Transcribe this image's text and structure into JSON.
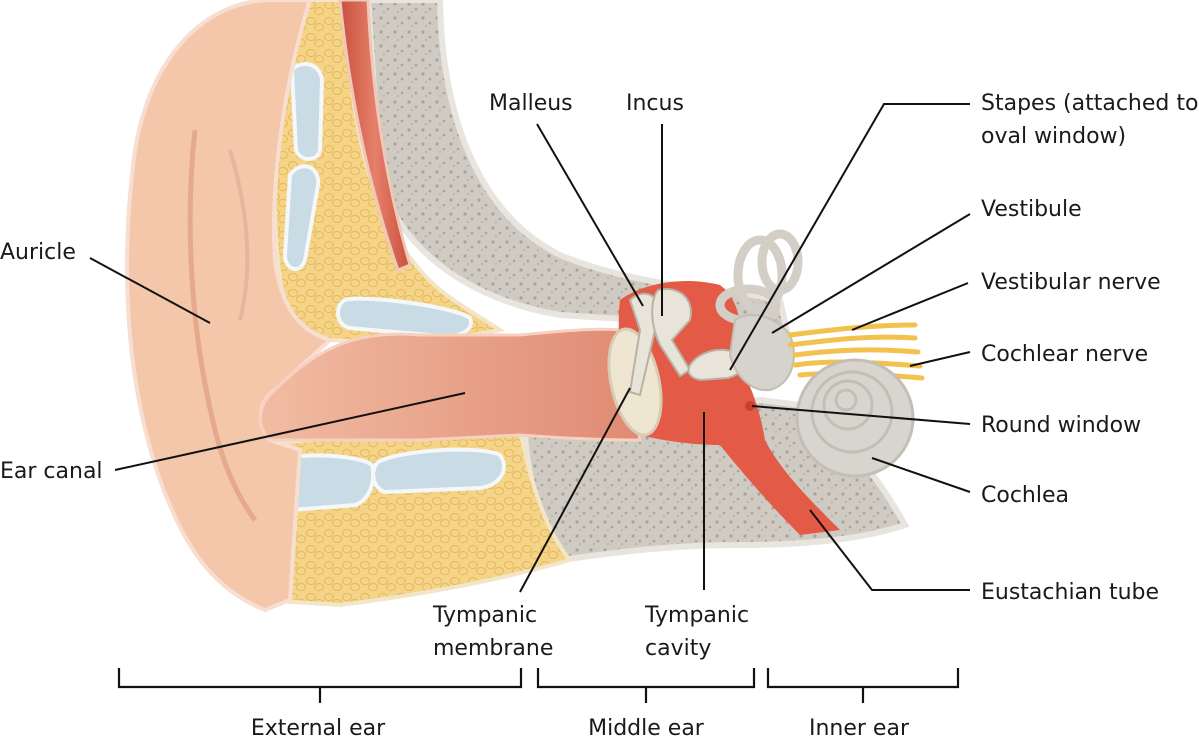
{
  "labels": {
    "auricle": "Auricle",
    "ear_canal": "Ear canal",
    "malleus": "Malleus",
    "incus": "Incus",
    "stapes_line1": "Stapes (attached to",
    "stapes_line2": "oval window)",
    "vestibule": "Vestibule",
    "vestibular_nerve": "Vestibular nerve",
    "cochlear_nerve": "Cochlear nerve",
    "round_window": "Round window",
    "cochlea": "Cochlea",
    "eustachian_tube": "Eustachian tube",
    "tympanic_membrane_line1": "Tympanic",
    "tympanic_membrane_line2": "membrane",
    "tympanic_cavity_line1": "Tympanic",
    "tympanic_cavity_line2": "cavity"
  },
  "regions": {
    "external": "External ear",
    "middle": "Middle ear",
    "inner": "Inner ear"
  },
  "colors": {
    "skin": "#f4c7ab",
    "skin_dark": "#e8a98c",
    "canal": "#e9a48c",
    "fat": "#f5d488",
    "cartilage": "#c9dbe4",
    "bone": "#d6d3cc",
    "bone_light": "#e4e1da",
    "cavity": "#e35a47",
    "muscle": "#d4604a",
    "nerve": "#f2c14e"
  }
}
